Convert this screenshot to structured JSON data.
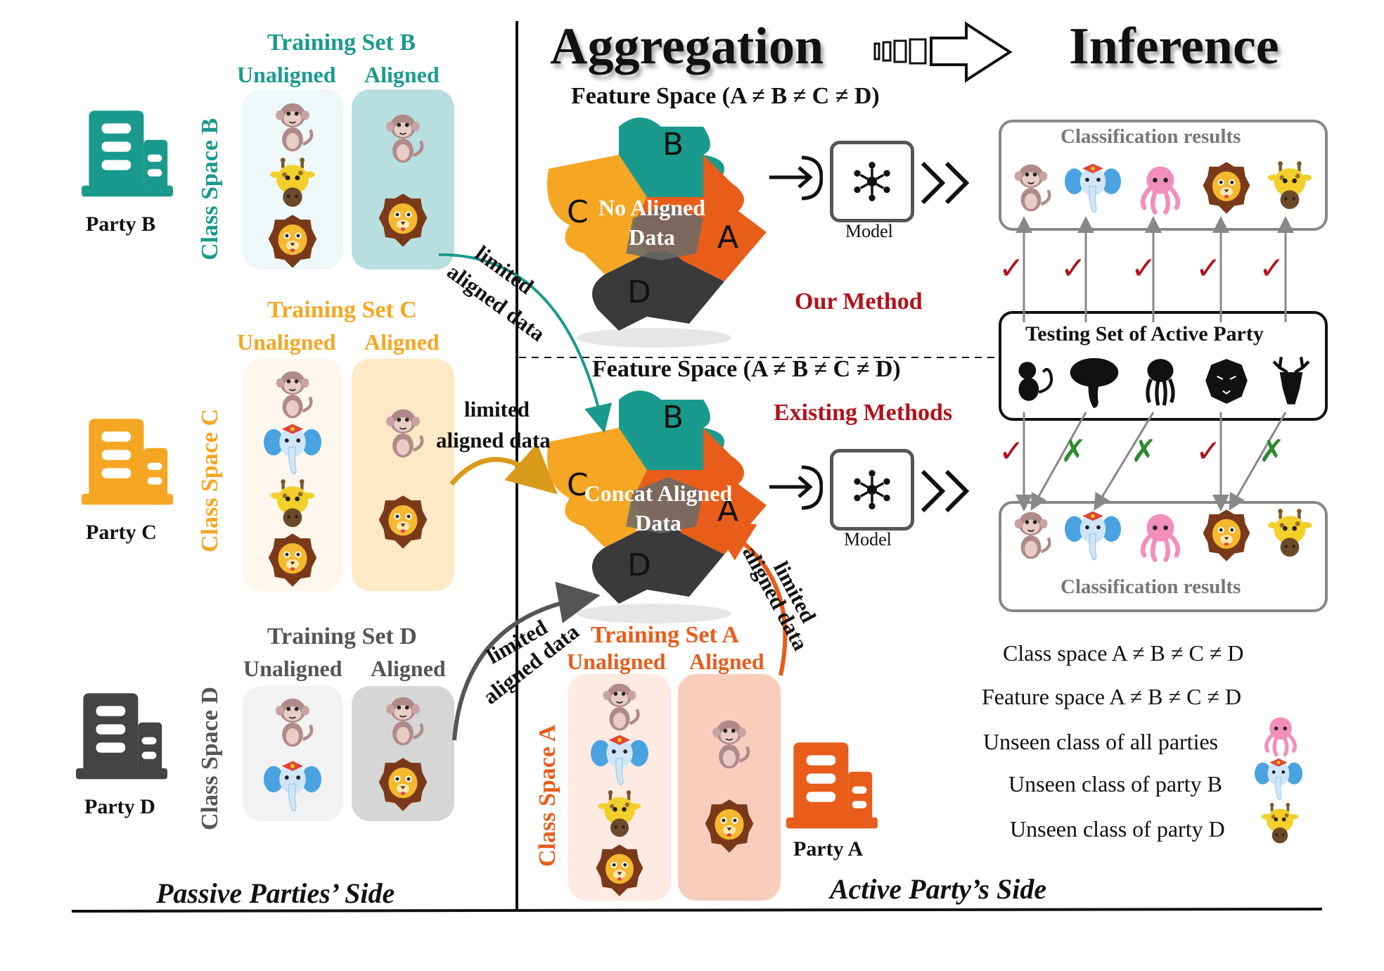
{
  "aggregation_title": "Aggregation",
  "inference_title": "Inference",
  "passive_side": "Passive Parties’ Side",
  "active_side": "Active Party’s Side",
  "feature_space_title": "Feature Space (A ≠ B ≠ C ≠ D)",
  "our_method": "Our Method",
  "existing_methods": "Existing Methods",
  "no_aligned_data": "No Aligned Data",
  "concat_aligned_data": "Concat Aligned Data",
  "model_label": "Model",
  "classification_results": "Classification results",
  "testing_set": "Testing Set of Active Party",
  "limited": "limited",
  "aligned_data": "aligned data",
  "unaligned": "Unaligned",
  "aligned": "Aligned",
  "puzzle_letters": {
    "a": "A",
    "b": "B",
    "c": "C",
    "d": "D"
  },
  "parties": {
    "b": {
      "name": "Party B",
      "training_set": "Training Set B",
      "class_space": "Class Space B",
      "color": "#1a9a8d"
    },
    "c": {
      "name": "Party C",
      "training_set": "Training Set C",
      "class_space": "Class Space C",
      "color": "#f5a623"
    },
    "d": {
      "name": "Party D",
      "training_set": "Training Set D",
      "class_space": "Class Space D",
      "color": "#444444"
    },
    "a": {
      "name": "Party A",
      "training_set": "Training Set A",
      "class_space": "Class Space A",
      "color": "#e85d1a"
    }
  },
  "legend": {
    "class_space": "Class space A ≠ B ≠ C ≠ D",
    "feature_space": "Feature space A ≠ B ≠ C ≠ D",
    "unseen_all": "Unseen class of all parties",
    "unseen_b": "Unseen class of party B",
    "unseen_d": "Unseen class of party D"
  },
  "result_marks_top": [
    "✓",
    "✓",
    "✓",
    "✓",
    "✓"
  ],
  "result_marks_bottom": [
    "✓",
    "✗",
    "✗",
    "✓",
    "✗"
  ],
  "icons": [
    "monkey-icon",
    "elephant-icon",
    "octopus-icon",
    "lion-icon",
    "giraffe-icon"
  ],
  "colors": {
    "teal": "#1a9a8d",
    "orange": "#f5a623",
    "red": "#e85d1a",
    "dark": "#444444",
    "check": "#b3121b",
    "cross": "#2e8b2e"
  }
}
